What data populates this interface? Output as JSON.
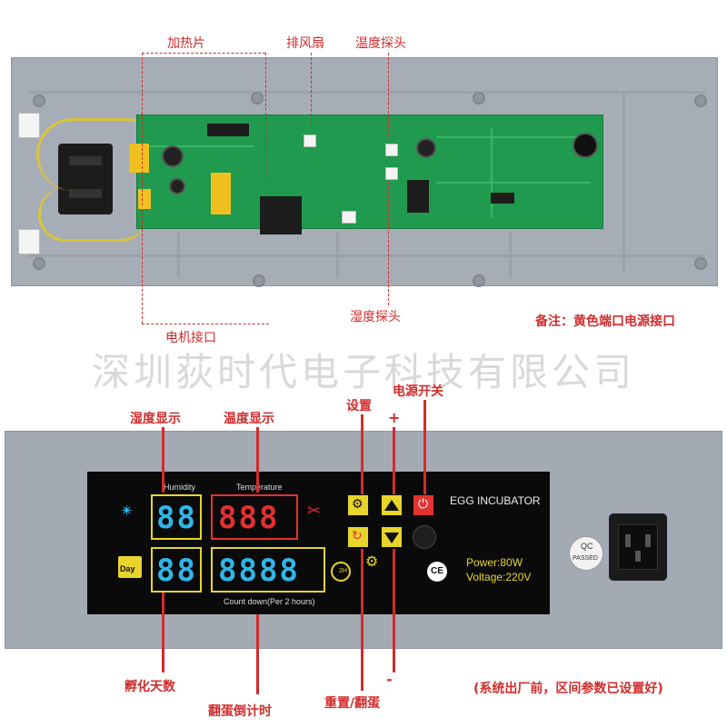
{
  "top_callouts": {
    "heater": "加热片",
    "fan": "排风扇",
    "temp_probe": "温度探头",
    "humidity_probe": "湿度探头",
    "motor_port": "电机接口",
    "note": "备注：黄色端口电源接口"
  },
  "watermark": "深圳荻时代电子科技有限公司",
  "panel": {
    "humidity_label": "Humidity",
    "temperature_label": "Temperature",
    "humidity_digits": "88",
    "temperature_digits": "888",
    "days_digits": "88",
    "countdown_digits": "8888",
    "countdown_label": "Count down(Per 2 hours)",
    "day_icon_text": "Day",
    "turn_icon_text": "2H",
    "brand": "EGG INCUBATOR",
    "power": "Power:80W",
    "voltage": "Voltage:220V",
    "ce_mark": "CE",
    "qc_top": "QC",
    "qc_bottom": "PASSED"
  },
  "annotations": {
    "humidity_display": "湿度显示",
    "temperature_display": "温度显示",
    "settings": "设置",
    "power_switch": "电源开关",
    "plus": "+",
    "minus": "-",
    "incubation_days": "孵化天数",
    "turn_countdown": "翻蛋倒计时",
    "reset_turn": "重置/翻蛋",
    "factory_note": "(系统出厂前，区间参数已设置好)"
  },
  "colors": {
    "annotation_red": "#d22c2c",
    "segment_cyan": "#2eb6e8",
    "segment_red": "#e23030",
    "frame_yellow": "#e8d52a",
    "pcb_green": "#1f9a4e"
  }
}
